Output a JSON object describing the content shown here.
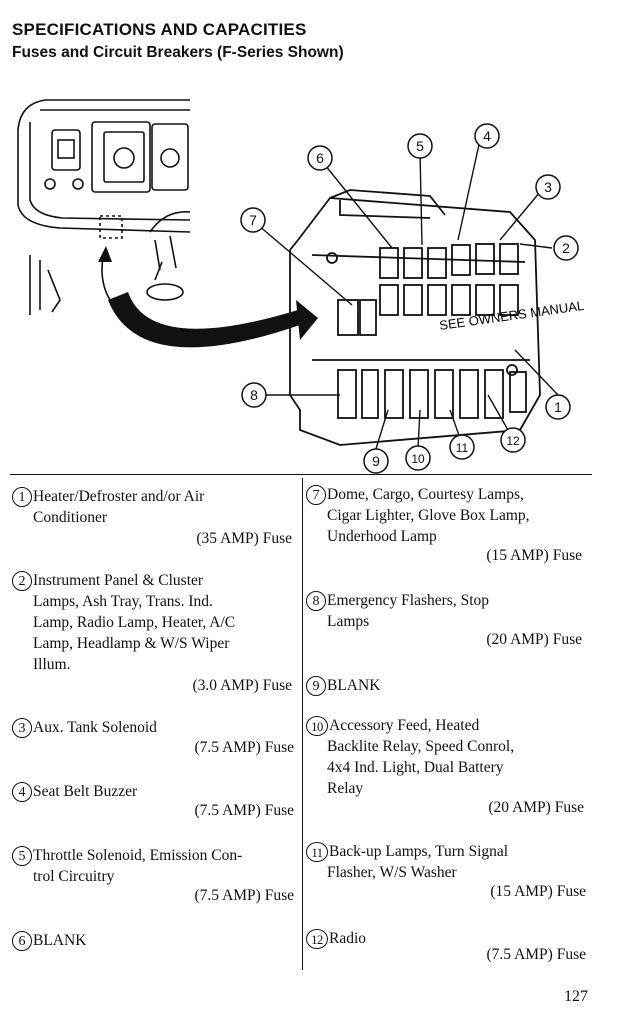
{
  "header": {
    "title": "SPECIFICATIONS AND CAPACITIES",
    "subtitle": "Fuses and Circuit Breakers (F-Series Shown)"
  },
  "diagram": {
    "callouts": [
      "1",
      "2",
      "3",
      "4",
      "5",
      "6",
      "7",
      "8",
      "9",
      "10",
      "11",
      "12"
    ],
    "panel_note": "SEE OWNERS MANUAL"
  },
  "fuses": [
    {
      "num": "1",
      "desc": "Heater/Defroster and/or Air\nConditioner",
      "spec": "(35 AMP) Fuse"
    },
    {
      "num": "2",
      "desc": "Instrument Panel & Cluster\nLamps, Ash Tray, Trans. Ind.\nLamp, Radio Lamp, Heater, A/C\nLamp, Headlamp & W/S Wiper\nIllum.",
      "spec": "(3.0 AMP) Fuse"
    },
    {
      "num": "3",
      "desc": "Aux. Tank Solenoid",
      "spec": "(7.5 AMP) Fuse"
    },
    {
      "num": "4",
      "desc": "Seat Belt Buzzer",
      "spec": "(7.5 AMP) Fuse"
    },
    {
      "num": "5",
      "desc": "Throttle Solenoid, Emission Con-\ntrol Circuitry",
      "spec": "(7.5 AMP) Fuse"
    },
    {
      "num": "6",
      "desc": "BLANK",
      "spec": ""
    },
    {
      "num": "7",
      "desc": "Dome, Cargo, Courtesy Lamps,\nCigar Lighter, Glove Box Lamp,\nUnderhood Lamp",
      "spec": "(15 AMP) Fuse"
    },
    {
      "num": "8",
      "desc": "Emergency Flashers, Stop\nLamps",
      "spec": "(20 AMP) Fuse"
    },
    {
      "num": "9",
      "desc": "BLANK",
      "spec": ""
    },
    {
      "num": "10",
      "desc": "Accessory Feed, Heated\nBacklite Relay, Speed Conrol,\n4x4 Ind. Light, Dual Battery\nRelay",
      "spec": "(20 AMP) Fuse"
    },
    {
      "num": "11",
      "desc": "Back-up Lamps, Turn Signal\nFlasher, W/S Washer",
      "spec": "(15 AMP) Fuse"
    },
    {
      "num": "12",
      "desc": "Radio",
      "spec": "(7.5 AMP) Fuse"
    }
  ],
  "page_number": "127"
}
